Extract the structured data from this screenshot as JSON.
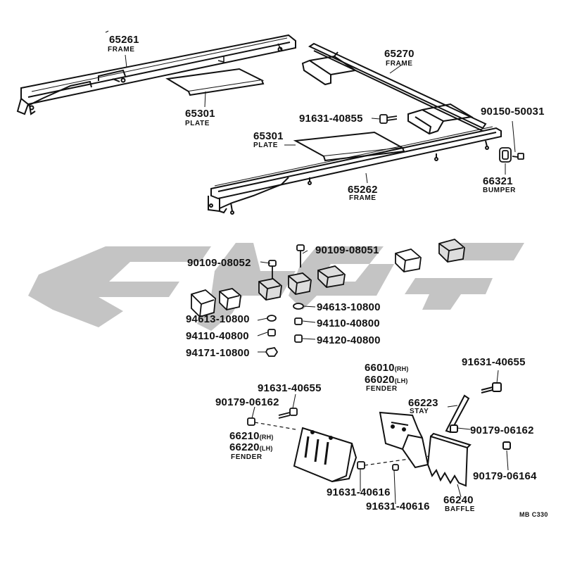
{
  "colors": {
    "line": "#111111",
    "watermark": "#c4c4c4",
    "paper": "#ffffff"
  },
  "watermark": {
    "icon": "brand-logo-watermark"
  },
  "parts": {
    "p65261": {
      "number": "65261",
      "name": "FRAME"
    },
    "p65270": {
      "number": "65270",
      "name": "FRAME"
    },
    "p65301a": {
      "number": "65301",
      "name": "PLATE"
    },
    "p65301b": {
      "number": "65301",
      "name": "PLATE"
    },
    "p65262": {
      "number": "65262",
      "name": "FRAME"
    },
    "p91631_40855": {
      "number": "91631-40855"
    },
    "p90150_50031": {
      "number": "90150-50031"
    },
    "p66321": {
      "number": "66321",
      "name": "BUMPER"
    },
    "p90109_08051": {
      "number": "90109-08051"
    },
    "p90109_08052": {
      "number": "90109-08052"
    },
    "p94613_10800a": {
      "number": "94613-10800"
    },
    "p94613_10800b": {
      "number": "94613-10800"
    },
    "p94110_40800a": {
      "number": "94110-40800"
    },
    "p94110_40800b": {
      "number": "94110-40800"
    },
    "p94120_40800": {
      "number": "94120-40800"
    },
    "p94171_10800": {
      "number": "94171-10800"
    },
    "p66010": {
      "number": "66010",
      "suffix": "(RH)"
    },
    "p66020": {
      "number": "66020",
      "suffix": "(LH)",
      "name": "FENDER"
    },
    "p91631_40655a": {
      "number": "91631-40655"
    },
    "p91631_40655b": {
      "number": "91631-40655"
    },
    "p90179_06162a": {
      "number": "90179-06162"
    },
    "p90179_06162b": {
      "number": "90179-06162"
    },
    "p66223": {
      "number": "66223",
      "name": "STAY"
    },
    "p66210": {
      "number": "66210",
      "suffix": "(RH)"
    },
    "p66220": {
      "number": "66220",
      "suffix": "(LH)",
      "name": "FENDER"
    },
    "p90179_06164": {
      "number": "90179-06164"
    },
    "p91631_40616a": {
      "number": "91631-40616"
    },
    "p91631_40616b": {
      "number": "91631-40616"
    },
    "p66240": {
      "number": "66240",
      "name": "BAFFLE"
    }
  },
  "diagram_ref": "MB C330"
}
